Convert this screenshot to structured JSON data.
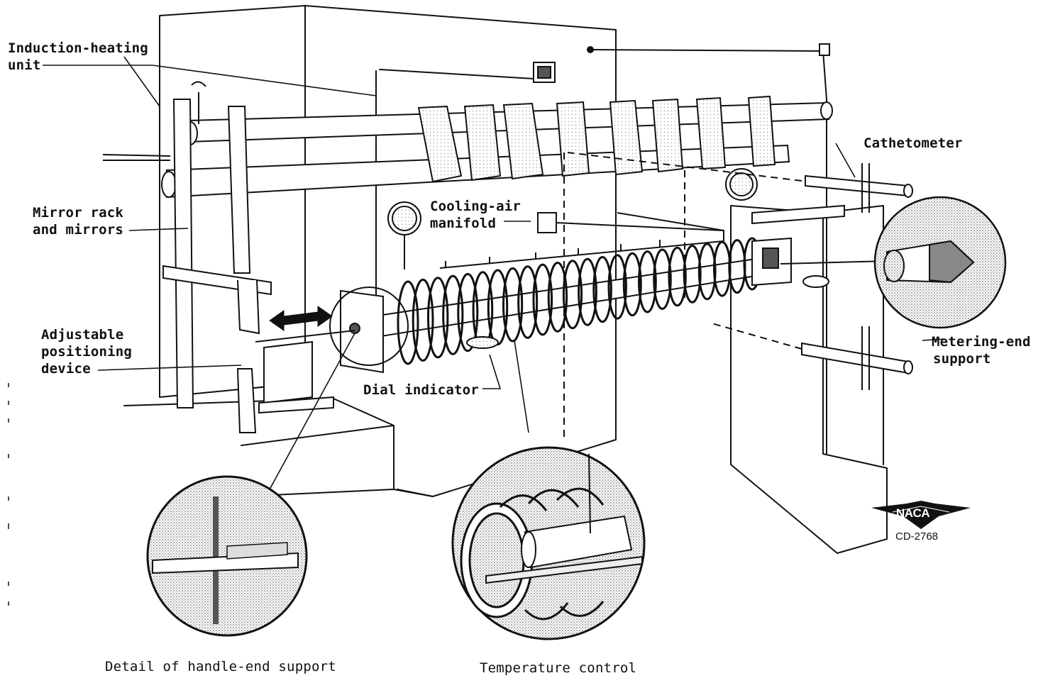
{
  "labels": {
    "induction_heating_unit": [
      "Induction-heating",
      "unit"
    ],
    "mirror_rack": [
      "Mirror rack",
      "and mirrors"
    ],
    "adjustable_positioning": [
      "Adjustable",
      "positioning",
      "device"
    ],
    "cooling_air_manifold": [
      "Cooling-air",
      "manifold"
    ],
    "dial_indicator": "Dial indicator",
    "cathetometer": "Cathetometer",
    "metering_end_support": [
      "Metering-end",
      "support"
    ],
    "detail_handle_end": "Detail of handle-end support",
    "temperature_control": "Temperature control"
  },
  "logo": {
    "name": "NACA",
    "code": "CD-2768"
  },
  "colors": {
    "ink": "#111111",
    "paper": "#ffffff",
    "stipple": "#9a9a9a"
  }
}
